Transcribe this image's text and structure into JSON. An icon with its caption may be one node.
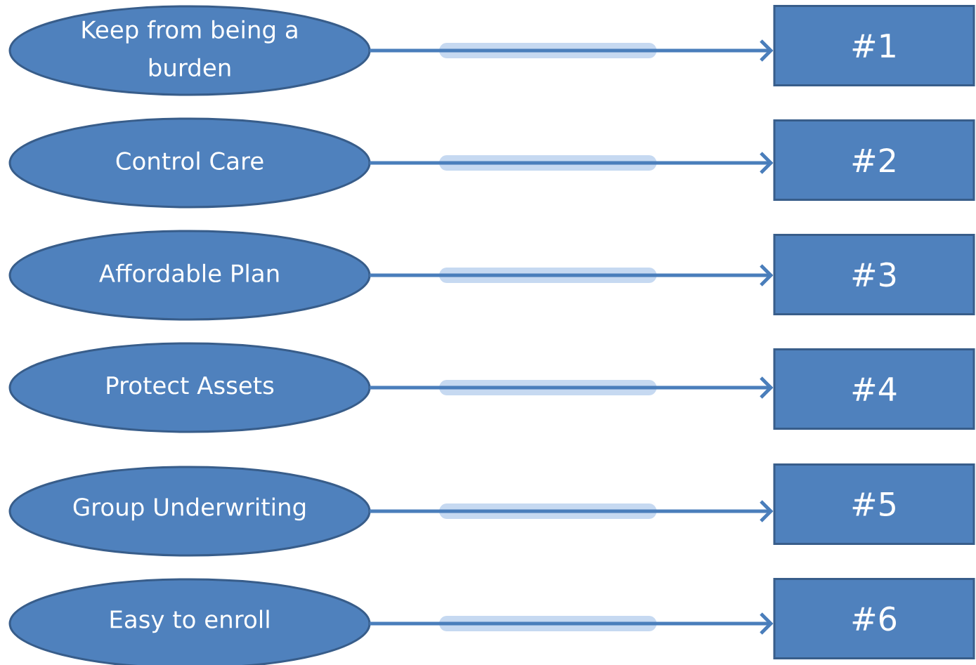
{
  "diagram": {
    "nodes": [
      {
        "text": [
          "Keep from being a burden"
        ]
      },
      {
        "text": [
          "Control Care"
        ]
      },
      {
        "text": [
          "Affordable Plan"
        ]
      },
      {
        "text": [
          "Protect Assets"
        ]
      },
      {
        "text": [
          "Group Underwriting"
        ]
      },
      {
        "text": [
          "Easy to enroll"
        ]
      },
      {
        "text": [
          "#1"
        ]
      },
      {
        "text": [
          "#2"
        ]
      },
      {
        "text": [
          "#3"
        ]
      },
      {
        "text": [
          "#4"
        ]
      },
      {
        "text": [
          "#5"
        ]
      },
      {
        "text": [
          "#6"
        ]
      }
    ],
    "edges": [
      {
        "from": 0,
        "to": 6,
        "arrow": "to"
      },
      {
        "from": 1,
        "to": 7,
        "arrow": "to"
      },
      {
        "from": 2,
        "to": 8,
        "arrow": "to"
      },
      {
        "from": 3,
        "to": 9,
        "arrow": "to"
      },
      {
        "from": 4,
        "to": 10,
        "arrow": "to"
      },
      {
        "from": 5,
        "to": 11,
        "arrow": "to"
      }
    ]
  }
}
